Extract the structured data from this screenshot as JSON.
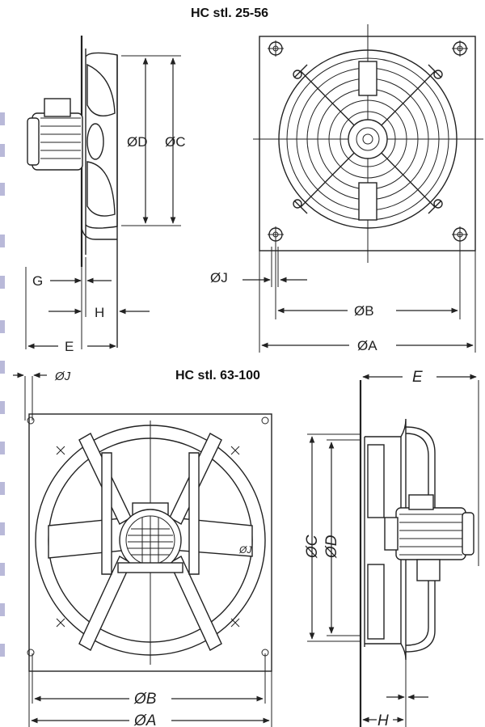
{
  "titles": {
    "top": "HC stl. 25-56",
    "bottom": "HC stl. 63-100"
  },
  "top_labels": {
    "diam_d": "ØD",
    "diam_c": "ØC",
    "g": "G",
    "h": "H",
    "e": "E",
    "diam_j": "ØJ",
    "diam_b": "ØB",
    "diam_a": "ØA"
  },
  "bottom_labels": {
    "diam_j_top": "ØJ",
    "diam_j_inner": "ØJ",
    "e": "E",
    "diam_c": "ØC",
    "diam_d": "ØD",
    "diam_b": "ØB",
    "diam_a": "ØA",
    "h": "H"
  },
  "colors": {
    "line": "#222222",
    "margin_ticks": "#b9b9d9"
  }
}
